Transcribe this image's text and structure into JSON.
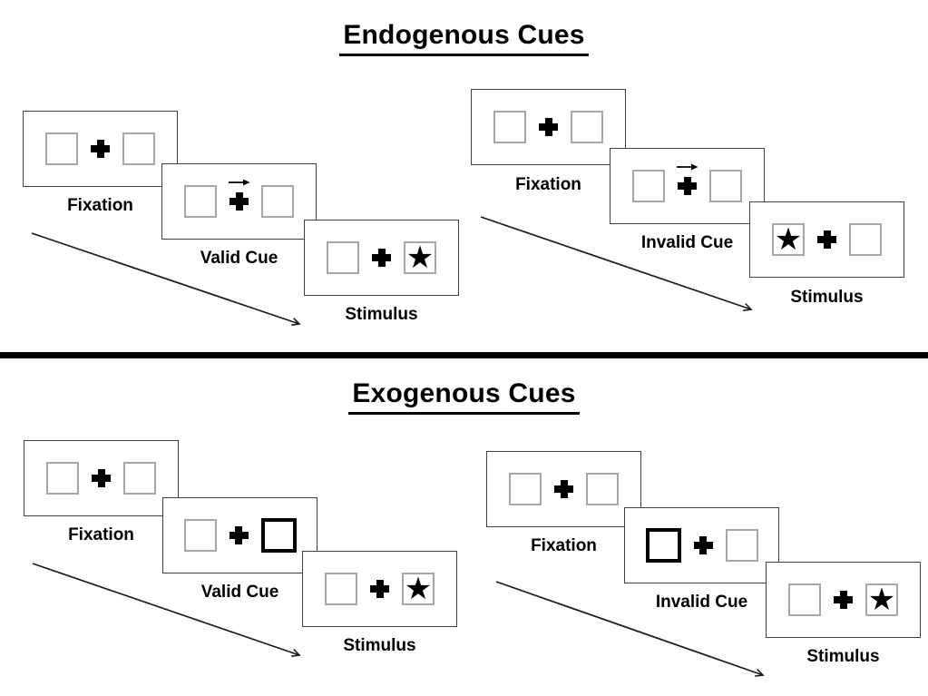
{
  "colors": {
    "background": "#ffffff",
    "ink": "#000000",
    "panel_border": "#404040",
    "placeholder_box_border": "#a6a6a6",
    "cue_box_border": "#000000",
    "divider": "#000000"
  },
  "icons": {
    "star": "★",
    "fixation_cross": "+",
    "cue_arrow": "→"
  },
  "sections": {
    "endogenous": {
      "title": "Endogenous Cues",
      "groups": {
        "valid": {
          "cue_type": "central-arrow",
          "cue_direction": "right",
          "target_side": "right",
          "labels": {
            "fixation": "Fixation",
            "cue": "Valid Cue",
            "stimulus": "Stimulus"
          }
        },
        "invalid": {
          "cue_type": "central-arrow",
          "cue_direction": "right",
          "target_side": "left",
          "labels": {
            "fixation": "Fixation",
            "cue": "Invalid Cue",
            "stimulus": "Stimulus"
          }
        }
      }
    },
    "exogenous": {
      "title": "Exogenous Cues",
      "groups": {
        "valid": {
          "cue_type": "peripheral-box",
          "cue_side": "right",
          "target_side": "right",
          "labels": {
            "fixation": "Fixation",
            "cue": "Valid Cue",
            "stimulus": "Stimulus"
          }
        },
        "invalid": {
          "cue_type": "peripheral-box",
          "cue_side": "left",
          "target_side": "right",
          "labels": {
            "fixation": "Fixation",
            "cue": "Invalid Cue",
            "stimulus": "Stimulus"
          }
        }
      }
    }
  }
}
